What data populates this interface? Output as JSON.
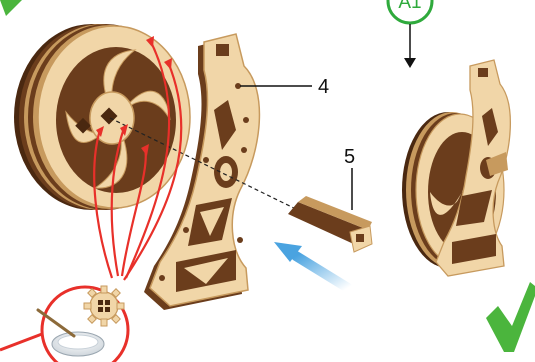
{
  "callouts": {
    "part_4": "4",
    "part_5": "5"
  },
  "step_badge": "A1",
  "colors": {
    "wood_light": "#f1d6a8",
    "wood_edge": "#c79a5e",
    "wood_dark": "#6b3d1c",
    "wood_darkest": "#4a2810",
    "arrow_red": "#e8302a",
    "arrow_blue": "#4aa3e0",
    "check_green": "#4bb53d",
    "badge_green": "#2faa3c"
  },
  "icons": [
    "glue-pot-icon",
    "brush-icon",
    "checkmark-icon",
    "arrow-down-icon"
  ]
}
